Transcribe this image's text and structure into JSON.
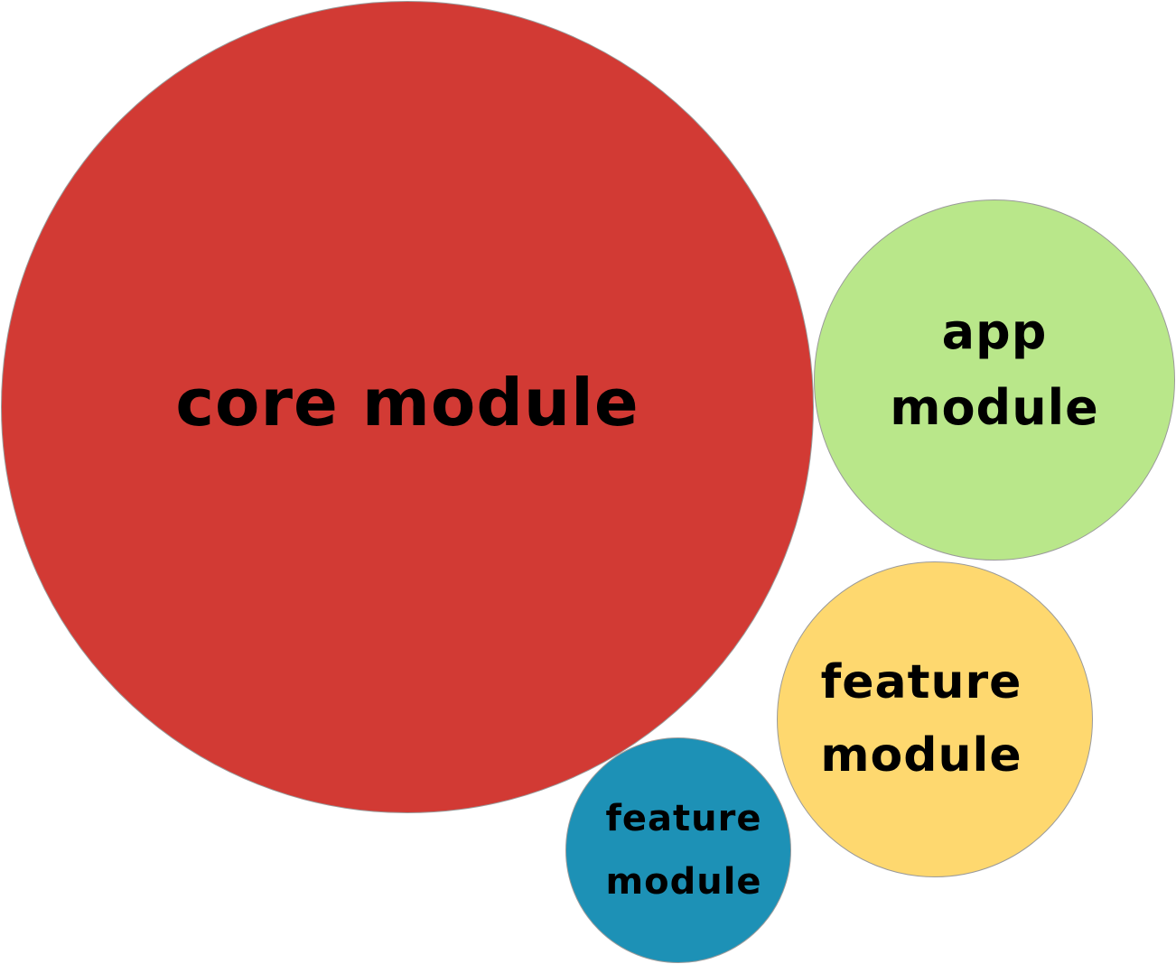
{
  "diagram": {
    "nodes": [
      {
        "id": "core",
        "label": "core module",
        "color": "#d23a34",
        "relative_size": 1.0
      },
      {
        "id": "app",
        "label": "app\nmodule",
        "color": "#b9e78a",
        "relative_size": 0.444
      },
      {
        "id": "feature-a",
        "label": "feature\nmodule",
        "color": "#fed86f",
        "relative_size": 0.389
      },
      {
        "id": "feature-b",
        "label": "feature\nmodule",
        "color": "#1d91b6",
        "relative_size": 0.278
      }
    ]
  }
}
